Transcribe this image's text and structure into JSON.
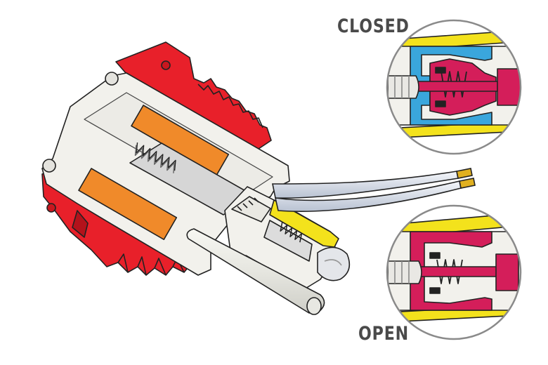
{
  "labels": {
    "closed": "CLOSED",
    "open": "OPEN"
  },
  "colors": {
    "housing_red": "#e8202a",
    "insulator_white": "#f2f1ec",
    "magnet_orange": "#f08a2a",
    "chamber_grey": "#d6d6d6",
    "contact_yellow": "#f3e21c",
    "valve_magenta": "#d41e5a",
    "seal_blue": "#3aa6dc",
    "lead_wire": "#dde3ee",
    "wire_tip_gold": "#e0b020",
    "outline": "#222222",
    "label_text": "#4a4a4a",
    "circle_border": "#8a8a8a"
  },
  "icons": {
    "spring": "coil-spring",
    "bulb": "lamp-bulb"
  }
}
